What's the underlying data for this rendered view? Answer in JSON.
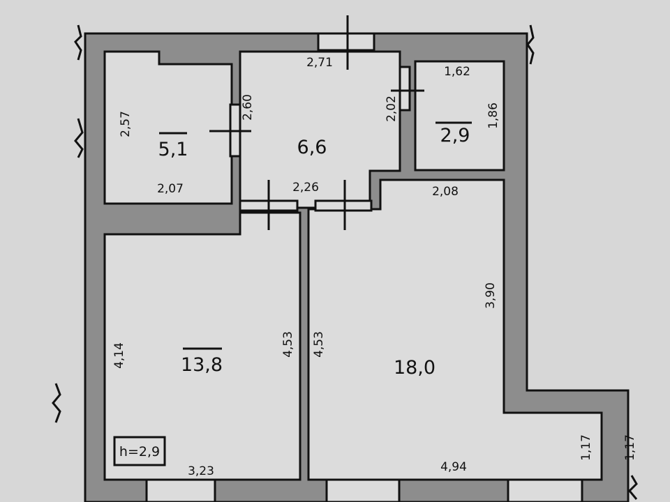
{
  "colors": {
    "paper": "#d7d7d7",
    "wall": "#8d8d8d",
    "room": "#dcdcdc",
    "line": "#111111"
  },
  "plan": {
    "ceiling_height": "h=2,9",
    "rooms": [
      {
        "id": "room-small-left",
        "area": "5,1",
        "dims": [
          "2,57",
          "2,07"
        ]
      },
      {
        "id": "room-hall",
        "area": "6,6",
        "dims": [
          "2,71",
          "2,60",
          "2,02",
          "2,26"
        ]
      },
      {
        "id": "room-small-right",
        "area": "2,9",
        "dims": [
          "1,62",
          "1,86"
        ]
      },
      {
        "id": "room-left-large",
        "area": "13,8",
        "dims": [
          "4,14",
          "4,53",
          "3,23"
        ]
      },
      {
        "id": "room-right-large",
        "area": "18,0",
        "dims": [
          "2,08",
          "3,90",
          "4,53",
          "4,94",
          "1,17",
          "1,17"
        ]
      }
    ]
  }
}
